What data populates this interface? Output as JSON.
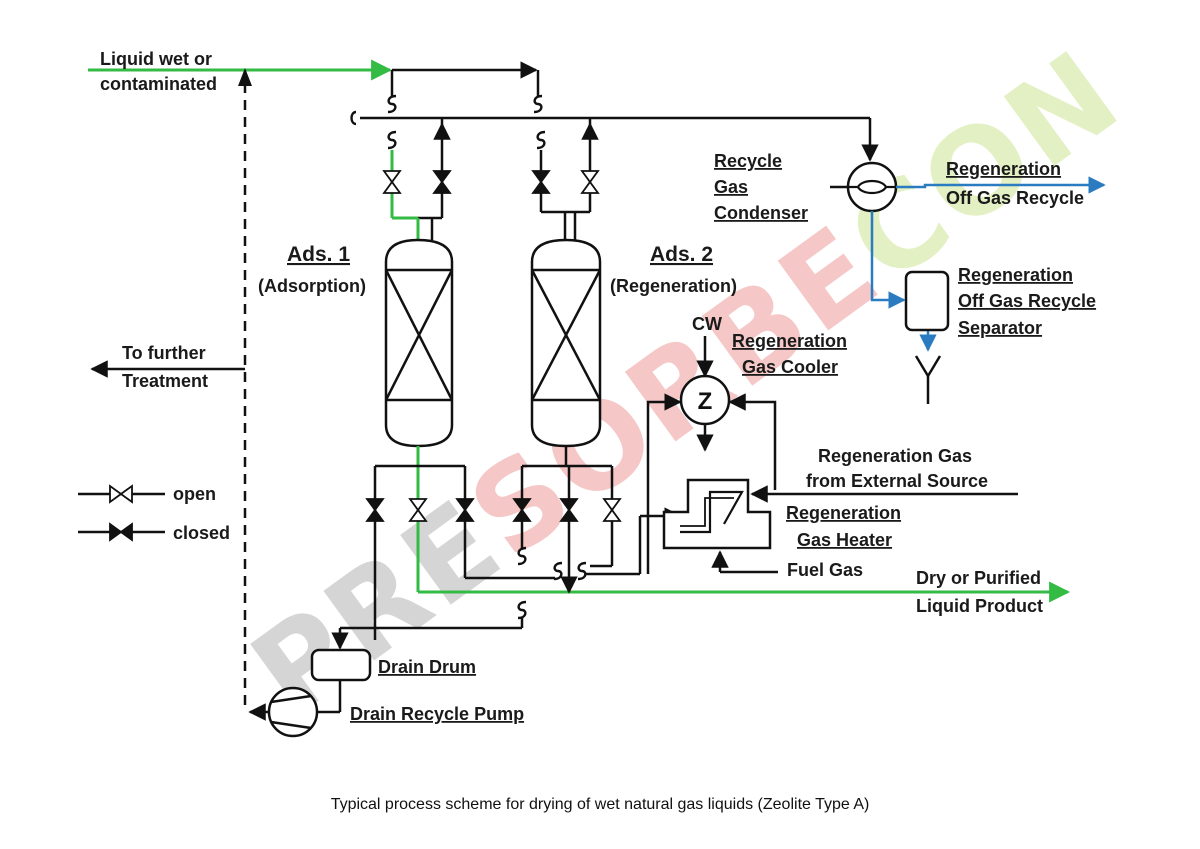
{
  "labels": {
    "feed_line1": "Liquid wet or",
    "feed_line2": "contaminated",
    "ads1_title": "Ads. 1",
    "ads1_mode": "(Adsorption)",
    "ads2_title": "Ads. 2",
    "ads2_mode": "(Regeneration)",
    "recycle_gas_condenser_1": "Recycle",
    "recycle_gas_condenser_2": "Gas",
    "recycle_gas_condenser_3": "Condenser",
    "regen_offgas_recycle_1": "Regeneration",
    "regen_offgas_recycle_2": "Off Gas Recycle",
    "separator_1": "Regeneration",
    "separator_2": "Off Gas Recycle",
    "separator_3": "Separator",
    "cw": "CW",
    "cooler_1": "Regeneration",
    "cooler_2": "Gas Cooler",
    "further_1": "To further",
    "further_2": "Treatment",
    "external_1": "Regeneration Gas",
    "external_2": "from External Source",
    "heater_1": "Regeneration",
    "heater_2": "Gas Heater",
    "fuel_gas": "Fuel Gas",
    "product_1": "Dry or Purified",
    "product_2": "Liquid Product",
    "legend_open": "open",
    "legend_closed": "closed",
    "drain_drum": "Drain Drum",
    "drain_pump": "Drain Recycle Pump",
    "cooler_symbol": "Z",
    "watermark": "PRESORBECON"
  },
  "caption": "Typical process scheme for drying of wet natural gas liquids (Zeolite Type A)",
  "colors": {
    "liquid_line": "#33bb44",
    "gas_line": "#2a7bc0",
    "process_line": "#111111",
    "watermark_gray": "#c8c8c8",
    "watermark_red": "#f2b5b5",
    "watermark_green": "#d9ecb0"
  }
}
